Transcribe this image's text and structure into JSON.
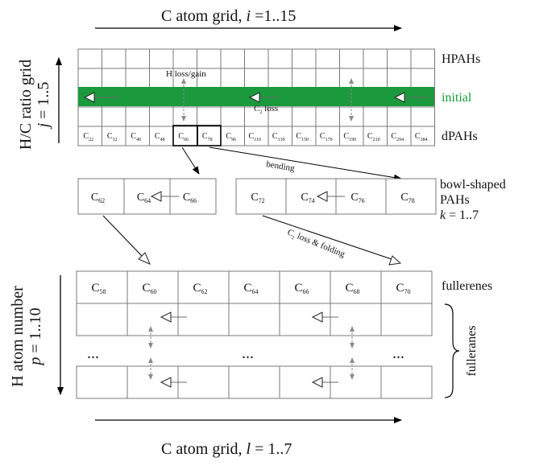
{
  "axes": {
    "top_axis_label": "C atom grid, i =1..15",
    "top_axis_main": "C atom grid, ",
    "top_axis_var": "i",
    "top_axis_range": " =1..15",
    "left_axis_line1": "H/C ratio grid",
    "left_axis_line2_var": "j",
    "left_axis_line2_range": " = 1..5",
    "h_axis_line1": "H atom number",
    "h_axis_line2_var": "p",
    "h_axis_line2_range": " = 1..10",
    "bottom_axis_main": "C atom grid, ",
    "bottom_axis_var": "l",
    "bottom_axis_range": " = 1..7"
  },
  "top_grid": {
    "row_labels": [
      "HPAHs",
      "initial",
      "dPAHs"
    ],
    "dpah_cells": [
      "22",
      "32",
      "40",
      "48",
      "66",
      "78",
      "96",
      "110",
      "130",
      "150",
      "170",
      "190",
      "210",
      "294",
      "384"
    ],
    "h_loss_gain": "H loss/gain",
    "c2_loss_prefix": "C",
    "c2_loss_sub": "2",
    "c2_loss_suffix": " loss"
  },
  "bowl": {
    "label_line1": "bowl-shaped",
    "label_line2": "PAHs",
    "label_k_var": "k",
    "label_k_range": " = 1..7",
    "left_cells": [
      "62",
      "64",
      "66"
    ],
    "right_cells": [
      "72",
      "74",
      "76",
      "78"
    ],
    "bending": "bending",
    "c2_loss_folding_prefix": "C",
    "c2_loss_folding_sub": "2",
    "c2_loss_folding_suffix": " loss & folding"
  },
  "fullerene_grid": {
    "fullerenes_label": "fullerenes",
    "fulleranes_label": "fulleranes",
    "cells": [
      "58",
      "60",
      "62",
      "64",
      "66",
      "68",
      "70"
    ],
    "ellipsis": "..."
  },
  "colors": {
    "initial_band": "#1a9a3c",
    "initial_text": "#1a9a3c"
  }
}
